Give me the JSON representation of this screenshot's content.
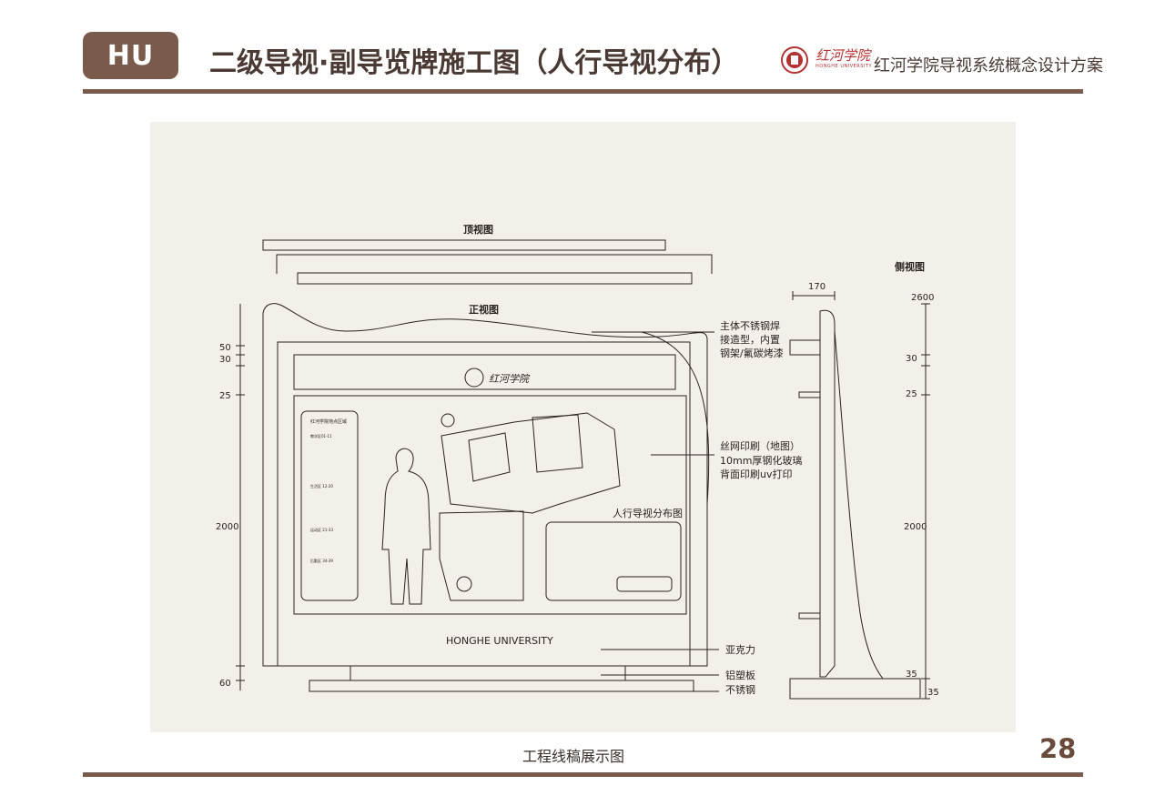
{
  "header": {
    "badge": "HU",
    "title": "二级导视·副导览牌施工图（人行导视分布）",
    "brand_script": "红河学院",
    "brand_sub": "HONGHE UNIVERSITY",
    "brand_text": "红河学院导视系统概念设计方案"
  },
  "drawing": {
    "top_view_label": "顶视图",
    "front_view_label": "正视图",
    "side_view_label": "侧视图",
    "logo_text": "红河学院",
    "map_title": "红河学院地点区域",
    "map_heading": "人行导视分布图",
    "university_name": "HONGHE UNIVERSITY",
    "notes": {
      "body_1": "主体不锈钢焊",
      "body_2": "接造型，内置",
      "body_3": "钢架/氟碳烤漆",
      "print_1": "丝网印刷（地图）",
      "print_2": "10mm厚钢化玻璃",
      "print_3": "背面印刷uv打印",
      "acrylic": "亚克力",
      "aluminum": "铝塑板",
      "steel": "不锈钢"
    },
    "dimensions": {
      "front_50": "50",
      "front_30": "30",
      "front_25": "25",
      "front_2000": "2000",
      "front_60": "60",
      "side_width": "170",
      "side_2600": "2600",
      "side_30": "30",
      "side_25": "25",
      "side_2000": "2000",
      "side_35a": "35",
      "side_35b": "35"
    },
    "legend_groups": [
      "教学区01-11",
      "生活区 12-20",
      "运动区 21-33",
      "后勤区 34-39"
    ]
  },
  "footer": {
    "caption": "工程线稿展示图",
    "page_number": "28"
  },
  "colors": {
    "accent": "#7a5a4a",
    "panel_bg": "#f3efe9",
    "logo_red": "#b33333"
  }
}
